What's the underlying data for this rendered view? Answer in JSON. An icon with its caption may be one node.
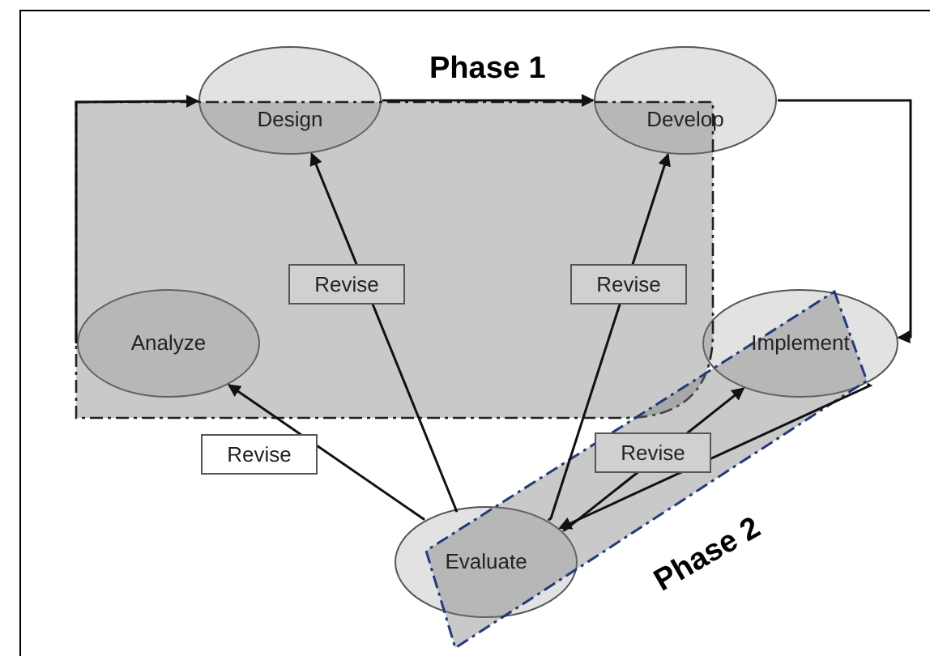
{
  "diagram": {
    "nodes": [
      {
        "text": [
          "Design"
        ]
      },
      {
        "text": [
          "Develop"
        ]
      },
      {
        "text": [
          "Analyze"
        ]
      },
      {
        "text": [
          "Implement"
        ]
      },
      {
        "text": [
          "Evaluate"
        ]
      }
    ],
    "edges": [
      {
        "from": 2,
        "to": 0,
        "arrow": "to"
      },
      {
        "from": 0,
        "to": 1,
        "arrow": "to"
      },
      {
        "from": 1,
        "to": 3,
        "arrow": "to"
      },
      {
        "from": 3,
        "to": 4,
        "arrow": "to"
      },
      {
        "from": 4,
        "to": 2,
        "arrow": "to",
        "label": "Revise"
      },
      {
        "from": 4,
        "to": 0,
        "arrow": "to",
        "label": "Revise"
      },
      {
        "from": 4,
        "to": 1,
        "arrow": "to",
        "label": "Revise"
      },
      {
        "from": 4,
        "to": 3,
        "arrow": "to",
        "label": "Revise"
      }
    ],
    "labels": [
      "Phase 1",
      "Phase 2"
    ]
  }
}
